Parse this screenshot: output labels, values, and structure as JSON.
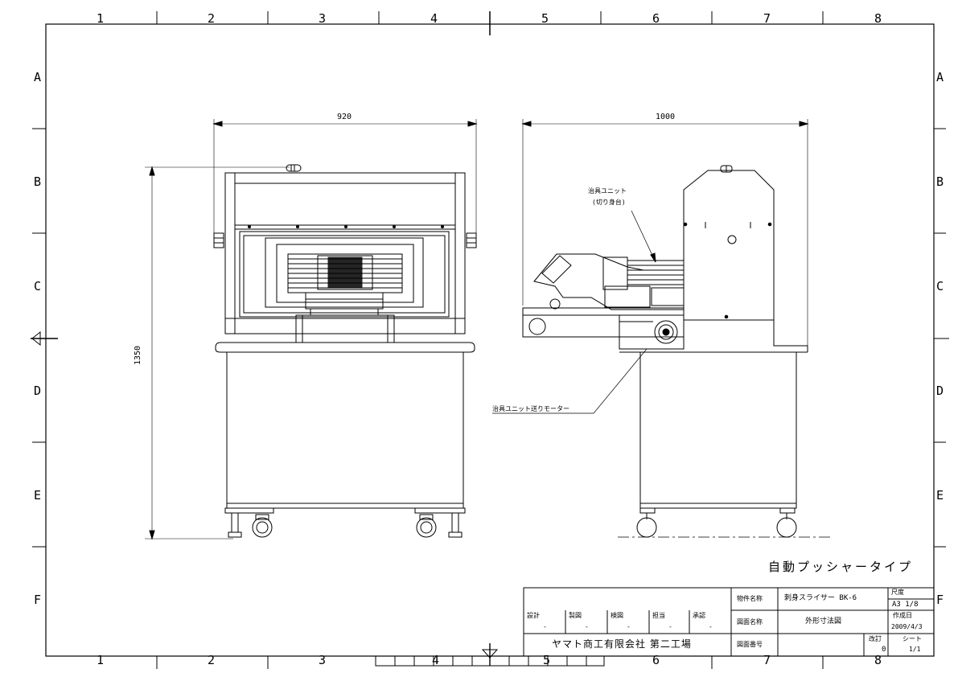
{
  "border": {
    "cols": [
      "1",
      "2",
      "3",
      "4",
      "5",
      "6",
      "7",
      "8"
    ],
    "rows": [
      "A",
      "B",
      "C",
      "D",
      "E",
      "F"
    ]
  },
  "dimensions": {
    "front_width": "920",
    "side_width": "1000",
    "height": "1350"
  },
  "labels": {
    "fixture_unit_line1": "治具ユニット",
    "fixture_unit_line2": "(切り身台)",
    "feed_motor": "治具ユニット送りモーター"
  },
  "caption": "自動プッシャータイプ",
  "title_block": {
    "item_name_label": "物件名称",
    "item_name": "刺身スライサー BK-6",
    "scale_label": "尺度",
    "scale": "A3 1/8",
    "drawing_name_label": "図面名称",
    "drawing_name": "外形寸法図",
    "date_label": "作成日",
    "date": "2009/4/3",
    "drawing_no_label": "図面番号",
    "revision_label": "改訂",
    "revision": "0",
    "sheet_label": "シート",
    "sheet": "1/1",
    "company": "ヤマト商工有限会社 第二工場",
    "sign_headers": [
      "設計",
      "製図",
      "検図",
      "担当",
      "承認"
    ],
    "sign_values": [
      "-",
      "-",
      "-",
      "-",
      "-"
    ]
  }
}
